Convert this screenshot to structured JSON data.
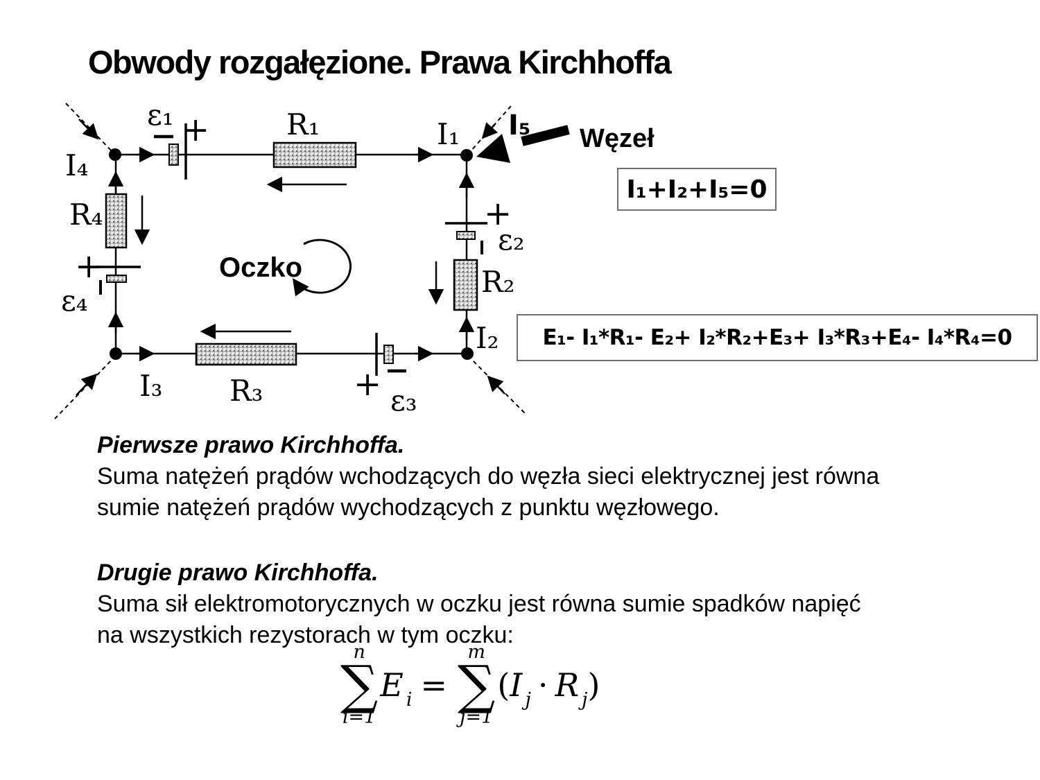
{
  "title": "Obwody rozgałęzione. Prawa Kirchhoffa",
  "circuit": {
    "labels": {
      "i1": "I₁",
      "i2": "I₂",
      "i3": "I₃",
      "i4": "I₄",
      "i5": "I₅",
      "r1": "R₁",
      "r2": "R₂",
      "r3": "R₃",
      "r4": "R₄",
      "e1": "ε₁",
      "e2": "ε₂",
      "e3": "ε₃",
      "e4": "ε₄",
      "plus": "+",
      "wezel": "Węzeł",
      "oczko": "Oczko"
    },
    "equations": {
      "node": "I₁+I₂+I₅=0",
      "loop": "E₁- I₁*R₁- E₂+ I₂*R₂+E₃+ I₃*R₃+E₄- I₄*R₄=0"
    }
  },
  "laws": {
    "first": {
      "heading": "Pierwsze prawo Kirchhoffa.",
      "line1": "Suma natężeń prądów wchodzących do węzła sieci elektrycznej jest równa",
      "line2": "sumie natężeń prądów wychodzących z punktu węzłowego."
    },
    "second": {
      "heading": "Drugie prawo Kirchhoffa.",
      "line1": "Suma sił elektromotorycznych w oczku jest równa sumie spadków napięć",
      "line2": "na wszystkich rezystorach w tym oczku:"
    }
  },
  "formula": {
    "sum1_upper": "n",
    "sum1_sigma": "∑",
    "sum1_lower": "i=1",
    "lhs_base": "E",
    "lhs_sub": "i",
    "equals": "=",
    "sum2_upper": "m",
    "sum2_sigma": "∑",
    "sum2_lower": "j=1",
    "open_paren": "(",
    "i_base": "I",
    "i_sub": "j",
    "dot": "·",
    "r_base": "R",
    "r_sub": "j",
    "close_paren": ")"
  },
  "colors": {
    "ink": "#000000",
    "box_border": "#6e6e6e",
    "background": "#ffffff"
  }
}
